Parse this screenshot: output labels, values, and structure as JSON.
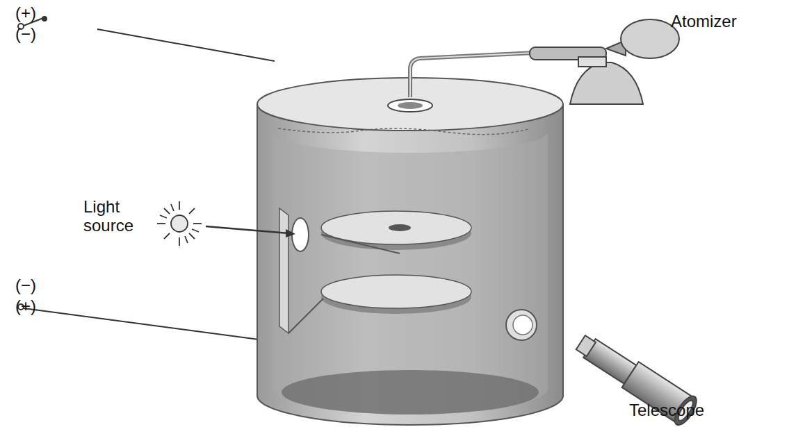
{
  "diagram": {
    "labels": [
      "Atomizer",
      "(+)",
      "(−)",
      "Light source",
      "(−)",
      "(+)",
      "Telescope"
    ]
  }
}
